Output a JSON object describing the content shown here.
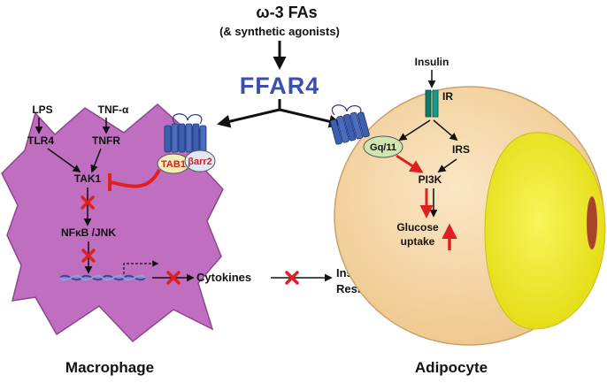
{
  "header": {
    "ligand": "ω-3 FAs",
    "ligand_note": "(& synthetic agonists)",
    "receptor": "FFAR4"
  },
  "macrophage": {
    "caption": "Macrophage",
    "lps": "LPS",
    "tnf_alpha": "TNF-α",
    "tlr4": "TLR4",
    "tnfr": "TNFR",
    "tak1": "TAK1",
    "tab1": "TAB1",
    "beta_arrestin2": "βarr2",
    "nfkb_jnk": "NFκB /JNK",
    "cytokines": "Cytokines",
    "insulin_resistance_line1": "Insulin",
    "insulin_resistance_line2": "Resistance"
  },
  "adipocyte": {
    "caption": "Adipocyte",
    "insulin": "Insulin",
    "ir": "IR",
    "gq11": "Gq/11",
    "irs": "IRS",
    "pi3k": "PI3K",
    "glucose_line1": "Glucose",
    "glucose_line2": "uptake"
  },
  "colors": {
    "macrophage_fill": "#c06fc0",
    "adipocyte_fill": "#f6d7a8",
    "nucleus_fill": "#f2ee2a",
    "receptor_blue": "#3c5fb0",
    "inhibit_red": "#e02020",
    "ffar_text": "#3a4fae"
  }
}
